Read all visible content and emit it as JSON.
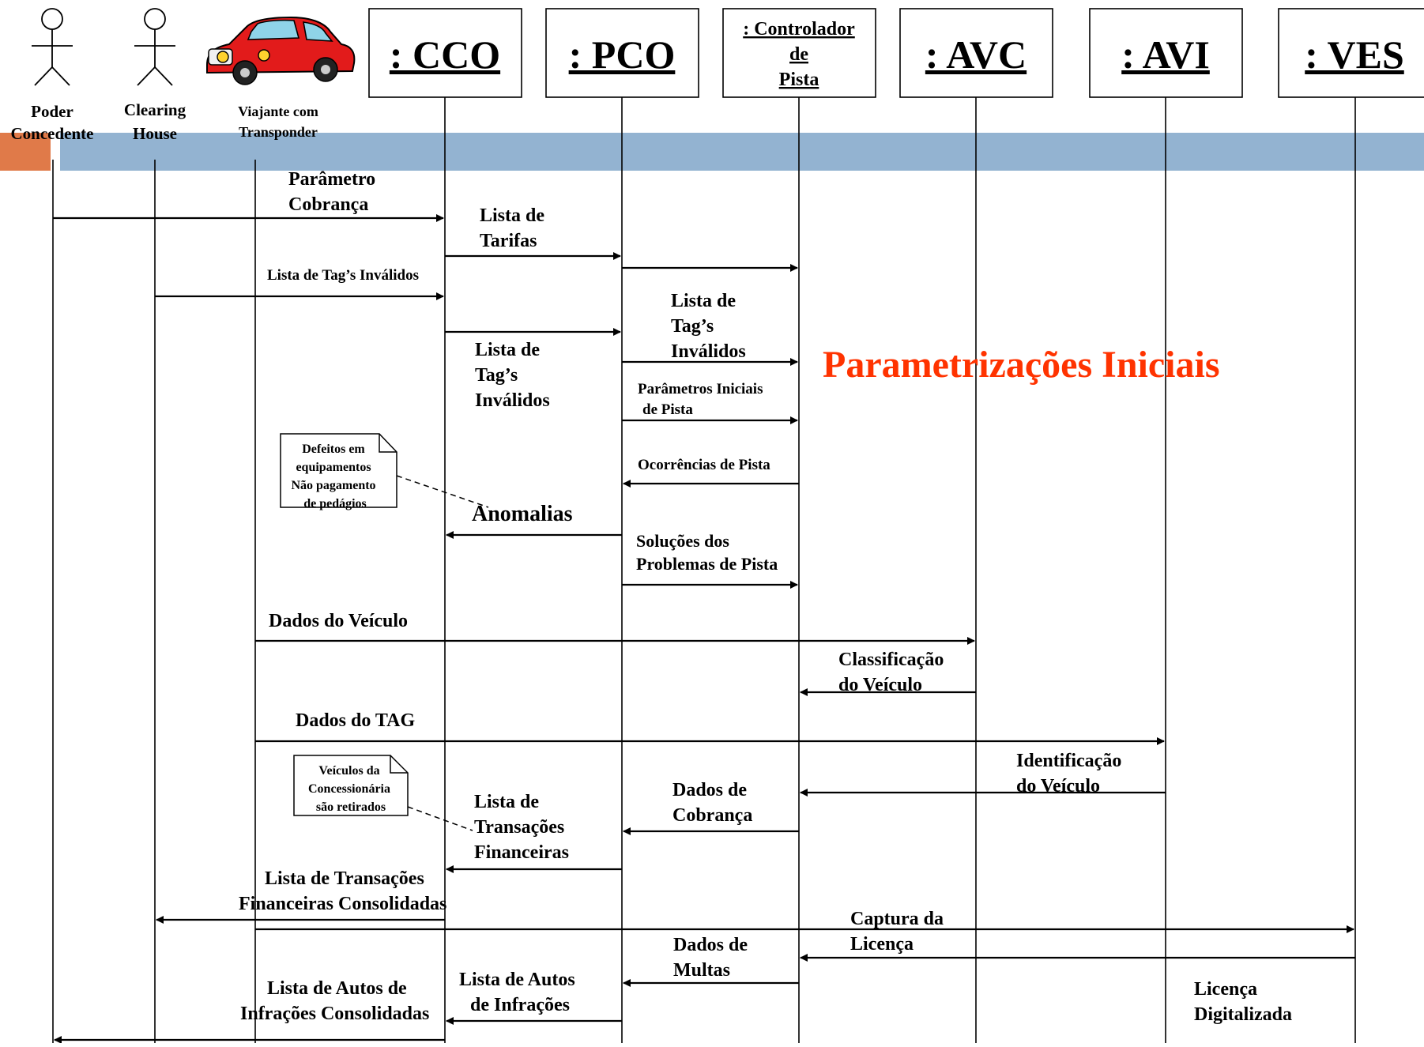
{
  "actors": [
    {
      "id": "poder",
      "lines": [
        "Poder",
        "Concedente"
      ]
    },
    {
      "id": "clearing",
      "lines": [
        "Clearing",
        "House"
      ]
    },
    {
      "id": "viajante",
      "lines": [
        "Viajante com",
        "Transponder"
      ]
    }
  ],
  "objects": [
    {
      "id": "cco",
      "label": ": CCO"
    },
    {
      "id": "pco",
      "label": ": PCO"
    },
    {
      "id": "controlador",
      "lines": [
        ": Controlador",
        "de",
        "Pista"
      ]
    },
    {
      "id": "avc",
      "label": ": AVC"
    },
    {
      "id": "avi",
      "label": ": AVI"
    },
    {
      "id": "ves",
      "label": ": VES"
    }
  ],
  "banner_title": "Parametrizações Iniciais",
  "colors": {
    "band": "#93b3d1",
    "accent": "#e07a49",
    "title": "#ff3300"
  },
  "messages": [
    {
      "from": "poder",
      "to": "cco",
      "label": [
        "Parâmetro",
        "Cobrança"
      ]
    },
    {
      "from": "cco",
      "to": "pco",
      "label": [
        "Lista de",
        "Tarifas"
      ]
    },
    {
      "from": "pco",
      "to": "controlador",
      "label": []
    },
    {
      "from": "clearing",
      "to": "cco",
      "label": [
        "Lista de Tag’s Inválidos"
      ]
    },
    {
      "from": "cco",
      "to": "pco",
      "label": [
        "Lista de",
        "Tag’s",
        "Inválidos"
      ]
    },
    {
      "from": "pco",
      "to": "controlador",
      "label": [
        "Lista de",
        "Tag’s",
        "Inválidos"
      ]
    },
    {
      "from": "pco",
      "to": "controlador",
      "label": [
        "Parâmetros Iniciais",
        "de Pista"
      ]
    },
    {
      "from": "controlador",
      "to": "pco",
      "label": [
        "Ocorrências de Pista"
      ]
    },
    {
      "from": "pco",
      "to": "cco",
      "label": [
        "Anomalias"
      ]
    },
    {
      "from": "pco",
      "to": "controlador",
      "label": [
        "Soluções dos",
        "Problemas de Pista"
      ]
    },
    {
      "from": "viajante",
      "to": "avc",
      "label": [
        "Dados do Veículo"
      ]
    },
    {
      "from": "avc",
      "to": "controlador",
      "label": [
        "Classificação",
        "do Veículo"
      ]
    },
    {
      "from": "viajante",
      "to": "avi",
      "label": [
        "Dados do TAG"
      ]
    },
    {
      "from": "avi",
      "to": "controlador",
      "label": [
        "Identificação",
        "do Veículo"
      ]
    },
    {
      "from": "controlador",
      "to": "pco",
      "label": [
        "Dados de",
        "Cobrança"
      ]
    },
    {
      "from": "pco",
      "to": "cco",
      "label": [
        "Lista de",
        "Transações",
        "Financeiras"
      ]
    },
    {
      "from": "cco",
      "to": "clearing",
      "label": [
        "Lista de Transações",
        "Financeiras Consolidadas"
      ]
    },
    {
      "from": "viajante",
      "to": "ves",
      "label": [
        "Captura da",
        "Licença"
      ]
    },
    {
      "from": "ves",
      "to": "controlador",
      "label": [
        "Dados de",
        "Multas"
      ]
    },
    {
      "from": "controlador",
      "to": "pco",
      "label": [
        "Lista de Autos",
        "de Infrações"
      ]
    },
    {
      "from": "pco",
      "to": "cco",
      "label": []
    },
    {
      "from": "cco",
      "to": "poder",
      "label": [
        "Lista de Autos de",
        "Infrações Consolidadas"
      ]
    }
  ],
  "notes": [
    {
      "lines": [
        "Defeitos em",
        "equipamentos",
        "Não pagamento",
        "de pedágios"
      ]
    },
    {
      "lines": [
        "Veículos da",
        "Concessionária",
        "são retirados"
      ]
    }
  ],
  "extra_labels": [
    {
      "lines": [
        "Licença",
        "Digitalizada"
      ]
    }
  ]
}
